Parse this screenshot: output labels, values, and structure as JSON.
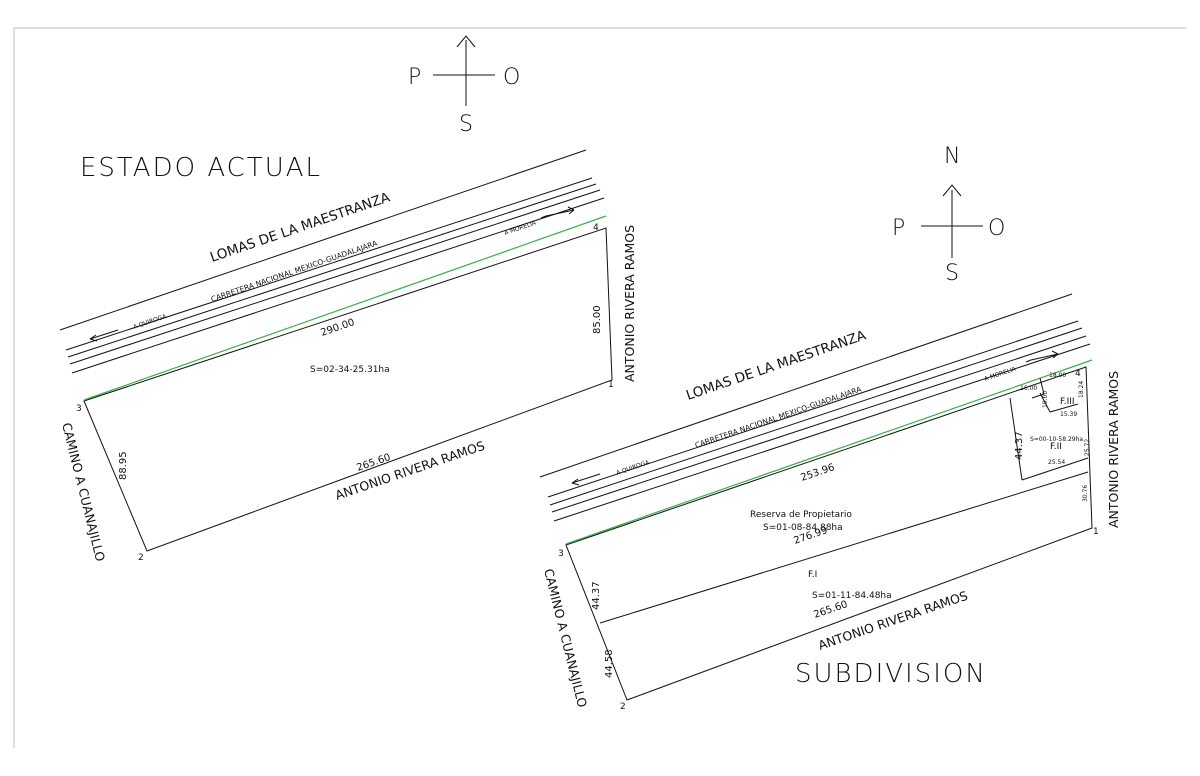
{
  "titles": {
    "estado_actual": "ESTADO ACTUAL",
    "subdivision": "SUBDIVISION"
  },
  "compass_left": {
    "west": "P",
    "east": "O",
    "south": "S"
  },
  "compass_right": {
    "north": "N",
    "west": "P",
    "east": "O",
    "south": "S"
  },
  "estado": {
    "road_lomas": "LOMAS DE LA MAESTRANZA",
    "road_carretera": "CARRETERA NACIONAL MEXICO-GUADALAJARA",
    "dir_quiroga": "A QUIROGA",
    "dir_morelia": "A MORELIA",
    "street_antonio_top": "ANTONIO RIVERA RAMOS",
    "street_antonio_bottom": "ANTONIO RIVERA RAMOS",
    "street_camino": "CAMINO A CUANAJILLO",
    "dim_top": "290.00",
    "dim_right": "85.00",
    "dim_bottom": "265.60",
    "dim_left": "88.95",
    "area": "S=02-34-25.31ha",
    "v1": "1",
    "v2": "2",
    "v3": "3",
    "v4": "4"
  },
  "subdivision": {
    "road_lomas": "LOMAS DE LA MAESTRANZA",
    "road_carretera": "CARRETERA NACIONAL MEXICO-GUADALAJARA",
    "dir_quiroga": "A QUIROGA",
    "dir_morelia": "A MORELIA",
    "street_antonio_right": "ANTONIO RIVERA RAMOS",
    "street_antonio_bottom": "ANTONIO RIVERA RAMOS",
    "street_camino": "CAMINO A CUANAJILLO",
    "dim_253": "253.96",
    "dim_276": "276.99",
    "dim_265": "265.60",
    "dim_4437_left": "44.37",
    "dim_4458": "44.58",
    "dim_4437_fii": "44.37",
    "dim_3076": "30.76",
    "dim_2572": "25.72",
    "dim_2554": "25.54",
    "dim_1600": "16.00",
    "dim_1800": "18.00",
    "dim_1824": "18.24",
    "dim_1900": "19.00",
    "dim_1539": "15.39",
    "reserva_label": "Reserva de Propietario",
    "reserva_area": "S=01-08-84.88ha",
    "fi_label": "F.I",
    "fi_area": "S=01-11-84.48ha",
    "fii_label": "F.II",
    "fii_area": "S=00-10-58.29ha",
    "fiii_label": "F.III",
    "v1": "1",
    "v2": "2",
    "v3": "3",
    "v4": "4"
  },
  "colors": {
    "line": "#111111",
    "frontage": "#3fae49",
    "frame": "#bdbdbd"
  }
}
